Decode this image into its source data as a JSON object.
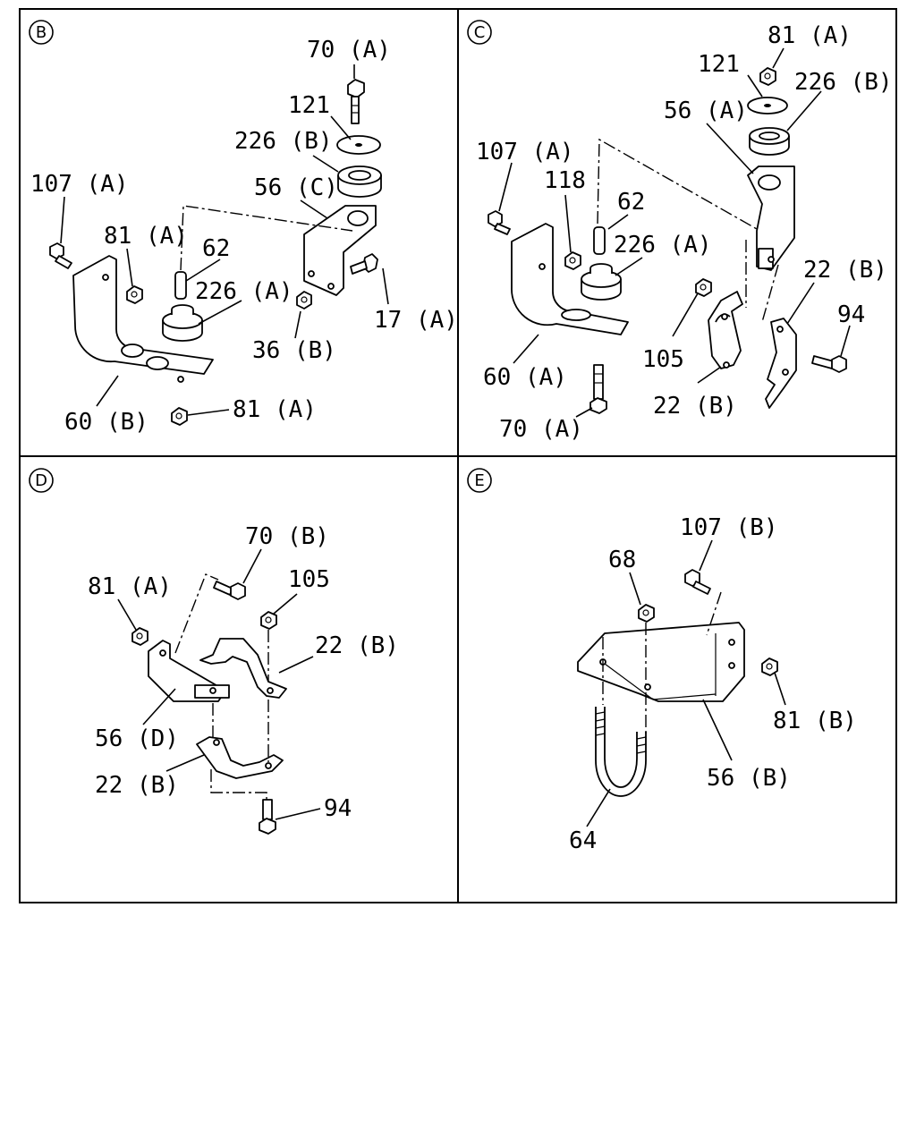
{
  "panels": [
    {
      "letter": "B",
      "labels": [
        "70 (A)",
        "121",
        "226 (B)",
        "56 (C)",
        "107 (A)",
        "81 (A)",
        "62",
        "226 (A)",
        "17 (A)",
        "36 (B)",
        "60 (B)",
        "81 (A)"
      ]
    },
    {
      "letter": "C",
      "labels": [
        "81 (A)",
        "121",
        "226 (B)",
        "56 (A)",
        "107 (A)",
        "118",
        "62",
        "226 (A)",
        "22 (B)",
        "94",
        "105",
        "60 (A)",
        "22 (B)",
        "70 (A)"
      ]
    },
    {
      "letter": "D",
      "labels": [
        "70 (B)",
        "81 (A)",
        "105",
        "22 (B)",
        "56 (D)",
        "22 (B)",
        "94"
      ]
    },
    {
      "letter": "E",
      "labels": [
        "107 (B)",
        "68",
        "81 (B)",
        "56 (B)",
        "64"
      ]
    }
  ]
}
